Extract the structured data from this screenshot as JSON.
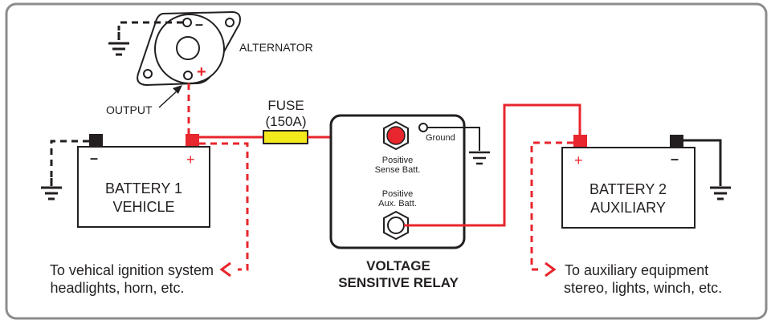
{
  "title": "Voltage Sensitive Relay Wiring Diagram",
  "colors": {
    "positive": "#e8262d",
    "negative": "#231f20",
    "fuse": "#f2ea1d",
    "frame": "#8c8c8c"
  },
  "alternator": {
    "label": "ALTERNATOR",
    "output_label": "OUTPUT",
    "minus": "–",
    "plus": "+"
  },
  "fuse": {
    "label": "FUSE",
    "rating": "(150A)"
  },
  "battery1": {
    "line1": "BATTERY 1",
    "line2": "VEHICLE",
    "minus": "–",
    "plus": "+"
  },
  "battery2": {
    "line1": "BATTERY 2",
    "line2": "AUXILIARY",
    "minus": "–",
    "plus": "+"
  },
  "relay": {
    "title_line1": "VOLTAGE",
    "title_line2": "SENSITIVE RELAY",
    "ground": "Ground",
    "sense_line1": "Positive",
    "sense_line2": "Sense Batt.",
    "aux_line1": "Positive",
    "aux_line2": "Aux. Batt."
  },
  "notes": {
    "left_line1": "To vehical ignition system",
    "left_line2": "headlights, horn, etc.",
    "right_line1": "To auxiliary equipment",
    "right_line2": "stereo, lights, winch, etc."
  }
}
